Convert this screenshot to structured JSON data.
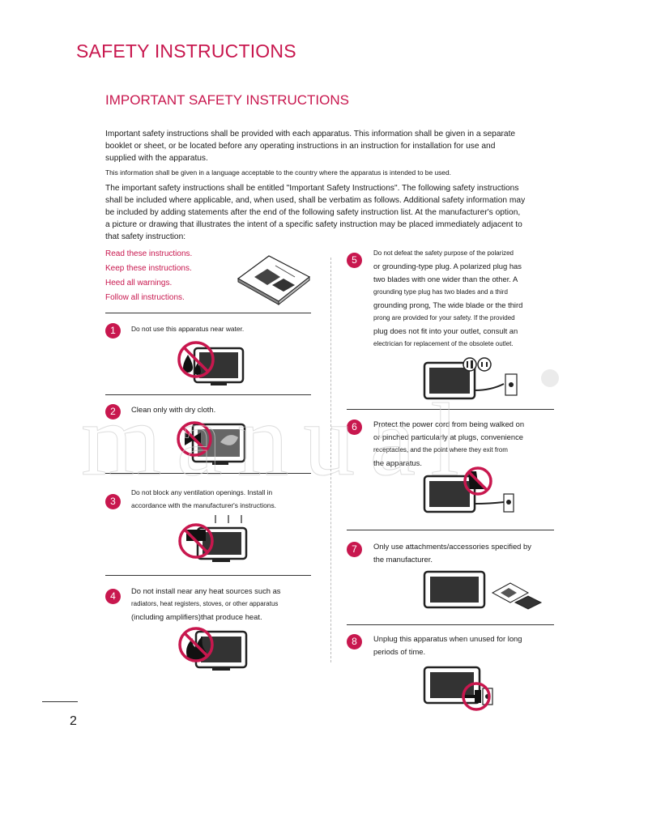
{
  "header": {
    "title": "SAFETY INSTRUCTIONS",
    "subtitle": "IMPORTANT SAFETY INSTRUCTIONS"
  },
  "intro": {
    "p1": "Important safety instructions shall be provided with each apparatus. This information shall be given in a separate booklet or sheet, or be located before any operating instructions in an instruction for installation for use and supplied with the apparatus.",
    "p2": "This information shall be given in a language acceptable to the country where the apparatus is intended to be used.",
    "p3": "The important safety instructions shall be entitled \"Important Safety Instructions\". The following safety instructions shall be included where applicable, and, when used, shall be verbatim as follows. Additional safety information may be included by adding statements after the end of the following safety instruction list. At the manufacturer's option, a picture or drawing that illustrates the intent of a specific safety instruction may be placed immediately adjacent to that safety instruction:"
  },
  "red_list": [
    "Read these instructions.",
    "Keep these instructions.",
    "Heed all warnings.",
    "Follow all instructions."
  ],
  "items": [
    {
      "n": "1",
      "text": "Do not use this apparatus near water."
    },
    {
      "n": "2",
      "text": "Clean only with dry cloth."
    },
    {
      "n": "3",
      "l1": "Do not block any ventilation openings. Install in",
      "l2": "accordance with the manufacturer's instructions."
    },
    {
      "n": "4",
      "l1": "Do not install near any heat sources such as",
      "l2": "radiators, heat registers, stoves, or other apparatus",
      "l3": "(including amplifiers)that produce heat."
    },
    {
      "n": "5",
      "l1": "Do not defeat the safety purpose of the polarized",
      "l2": "or grounding-type plug. A polarized plug has",
      "l3": "two blades with one wider than the other. A",
      "l4": "grounding type plug has two blades and a third",
      "l5": "grounding prong, The wide blade or the third",
      "l6": "prong are provided for your safety. If the provided",
      "l7": "plug does not fit into your outlet, consult an",
      "l8": "electrician for replacement of the obsolete outlet."
    },
    {
      "n": "6",
      "l1": "Protect the power cord from being walked on",
      "l2": "or pinched particularly at plugs, convenience",
      "l3": "receptacles, and the point where they exit from",
      "l4": "the apparatus."
    },
    {
      "n": "7",
      "l1": "Only use attachments/accessories specified by",
      "l2": "the manufacturer."
    },
    {
      "n": "8",
      "l1": "Unplug this apparatus when unused for long",
      "l2": "periods of time."
    }
  ],
  "page_number": "2",
  "watermark": "manual",
  "colors": {
    "accent": "#c8174e",
    "rule": "#333333"
  }
}
